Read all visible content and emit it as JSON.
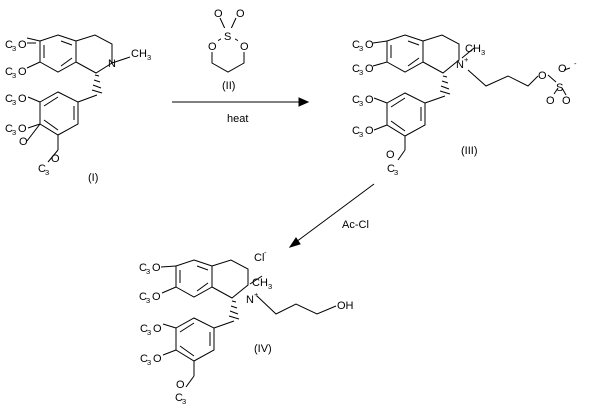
{
  "compounds": {
    "c1": {
      "label": "(I)",
      "groups": {
        "methoxy_a": "C",
        "methoxy_b": "C",
        "methoxy_c": "C",
        "methoxy_d": "C",
        "methoxy_e": "C",
        "h3": "3",
        "n_methyl": "N",
        "ch3": "CH",
        "ch3_sub": "3",
        "o": "O"
      }
    },
    "c2": {
      "label": "(II)",
      "o": "O",
      "s": "S"
    },
    "c3": {
      "label": "(III)",
      "n_plus": "N",
      "plus": "+",
      "ch3": "CH",
      "ch3_sub": "3",
      "o": "O",
      "s": "S",
      "minus": "-",
      "c": "C",
      "h3": "3"
    },
    "c4": {
      "label": "(IV)",
      "n_plus": "N",
      "plus": "+",
      "ch3": "CH",
      "ch3_sub": "3",
      "oh": "OH",
      "o": "O",
      "c": "C",
      "h3": "3"
    }
  },
  "counter_ion": {
    "cl": "Cl",
    "minus": "-"
  },
  "arrows": {
    "step1": {
      "below_label": "heat"
    },
    "step2": {
      "label": "Ac-Cl"
    }
  }
}
